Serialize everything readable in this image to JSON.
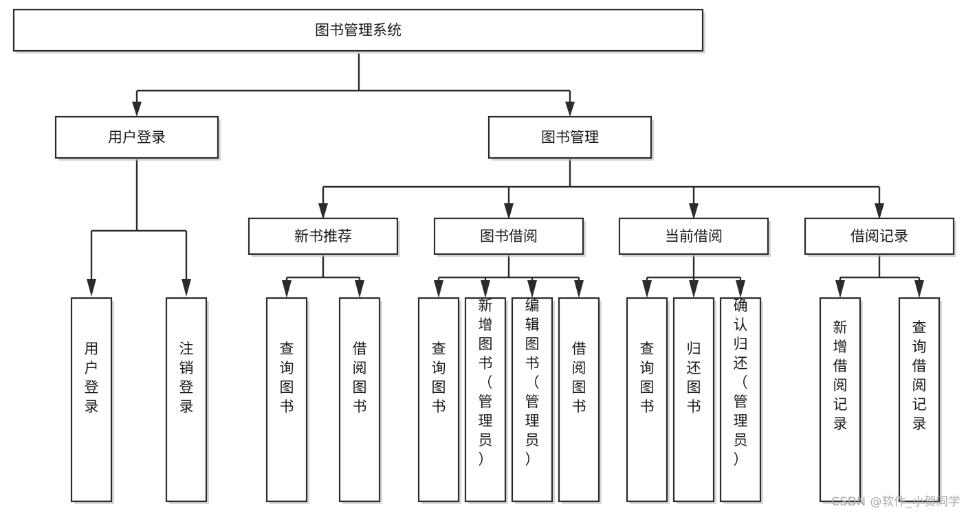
{
  "diagram": {
    "type": "tree",
    "title": "图书管理系统",
    "watermark": "CSDN @软件_小贺同学",
    "colors": {
      "stroke": "#2b2b2b",
      "fill": "#ffffff",
      "text": "#1a1a1a",
      "watermark": "#a8a8a8",
      "background": "#ffffff"
    },
    "nodes": {
      "root": {
        "label": "图书管理系统",
        "orientation": "horizontal"
      },
      "level2": [
        {
          "label": "用户登录",
          "orientation": "horizontal"
        },
        {
          "label": "图书管理",
          "orientation": "horizontal"
        }
      ],
      "level3": [
        {
          "label": "新书推荐",
          "orientation": "horizontal"
        },
        {
          "label": "图书借阅",
          "orientation": "horizontal"
        },
        {
          "label": "当前借阅",
          "orientation": "horizontal"
        },
        {
          "label": "借阅记录",
          "orientation": "horizontal"
        }
      ],
      "leaves_user_login": [
        {
          "label": "用户登录",
          "orientation": "vertical"
        },
        {
          "label": "注销登录",
          "orientation": "vertical"
        }
      ],
      "leaves_new_book": [
        {
          "label": "查询图书",
          "orientation": "vertical"
        },
        {
          "label": "借阅图书",
          "orientation": "vertical"
        }
      ],
      "leaves_book_borrow": [
        {
          "label": "查询图书",
          "orientation": "vertical"
        },
        {
          "label": "新增图书（管理员）",
          "orientation": "vertical"
        },
        {
          "label": "编辑图书（管理员）",
          "orientation": "vertical"
        },
        {
          "label": "借阅图书",
          "orientation": "vertical"
        }
      ],
      "leaves_current_borrow": [
        {
          "label": "查询图书",
          "orientation": "vertical"
        },
        {
          "label": "归还图书",
          "orientation": "vertical"
        },
        {
          "label": "确认归还（管理员）",
          "orientation": "vertical"
        }
      ],
      "leaves_borrow_record": [
        {
          "label": "新增借阅记录",
          "orientation": "vertical"
        },
        {
          "label": "查询借阅记录",
          "orientation": "vertical"
        }
      ]
    },
    "edges": [
      {
        "from": "图书管理系统",
        "to": "用户登录"
      },
      {
        "from": "图书管理系统",
        "to": "图书管理"
      },
      {
        "from": "用户登录",
        "to": "用户登录"
      },
      {
        "from": "用户登录",
        "to": "注销登录"
      },
      {
        "from": "图书管理",
        "to": "新书推荐"
      },
      {
        "from": "图书管理",
        "to": "图书借阅"
      },
      {
        "from": "图书管理",
        "to": "当前借阅"
      },
      {
        "from": "图书管理",
        "to": "借阅记录"
      },
      {
        "from": "新书推荐",
        "to": "查询图书"
      },
      {
        "from": "新书推荐",
        "to": "借阅图书"
      },
      {
        "from": "图书借阅",
        "to": "查询图书"
      },
      {
        "from": "图书借阅",
        "to": "新增图书（管理员）"
      },
      {
        "from": "图书借阅",
        "to": "编辑图书（管理员）"
      },
      {
        "from": "图书借阅",
        "to": "借阅图书"
      },
      {
        "from": "当前借阅",
        "to": "查询图书"
      },
      {
        "from": "当前借阅",
        "to": "归还图书"
      },
      {
        "from": "当前借阅",
        "to": "确认归还（管理员）"
      },
      {
        "from": "借阅记录",
        "to": "新增借阅记录"
      },
      {
        "from": "借阅记录",
        "to": "查询借阅记录"
      }
    ]
  }
}
